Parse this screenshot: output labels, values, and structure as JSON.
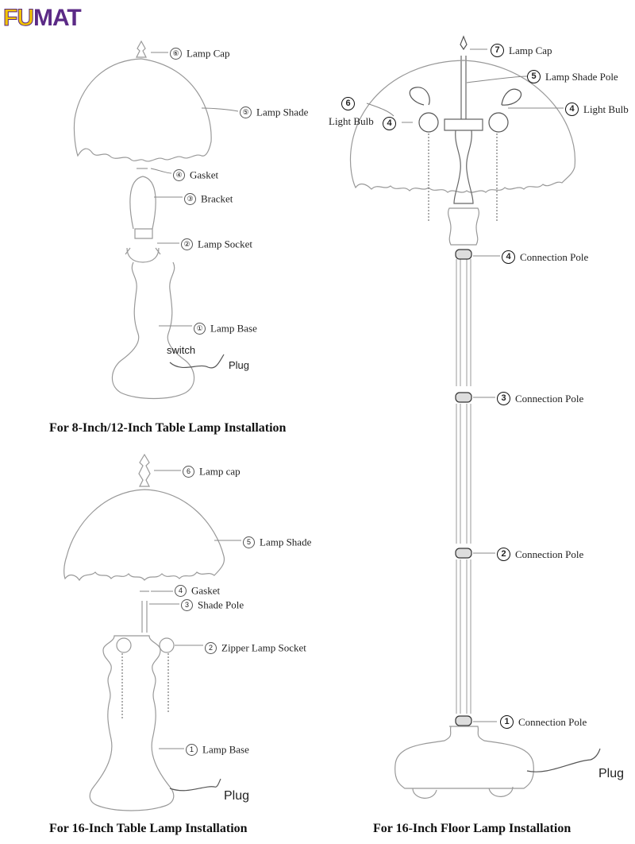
{
  "logo": {
    "part1": "FU",
    "part2": "MAT"
  },
  "captions": {
    "small_table": "For 8-Inch/12-Inch Table Lamp Installation",
    "large_table": "For 16-Inch Table Lamp Installation",
    "floor": "For 16-Inch Floor Lamp Installation"
  },
  "small_table": {
    "parts": [
      {
        "num": "⑥",
        "label": "Lamp Cap"
      },
      {
        "num": "⑤",
        "label": "Lamp Shade"
      },
      {
        "num": "④",
        "label": "Gasket"
      },
      {
        "num": "③",
        "label": "Bracket"
      },
      {
        "num": "②",
        "label": "Lamp Socket"
      },
      {
        "num": "①",
        "label": "Lamp Base"
      }
    ],
    "switch_label": "switch",
    "plug_label": "Plug"
  },
  "large_table": {
    "parts": [
      {
        "num": "6",
        "label": "Lamp cap"
      },
      {
        "num": "5",
        "label": "Lamp Shade"
      },
      {
        "num": "4",
        "label": "Gasket"
      },
      {
        "num": "3",
        "label": "Shade Pole"
      },
      {
        "num": "2",
        "label": "Zipper Lamp Socket"
      },
      {
        "num": "1",
        "label": "Lamp Base"
      }
    ],
    "plug_label": "Plug"
  },
  "floor": {
    "parts": [
      {
        "num": "7",
        "label": "Lamp Cap"
      },
      {
        "num": "5",
        "label": "Lamp Shade Pole"
      },
      {
        "num": "6",
        "label": "Light Bulb"
      },
      {
        "num": "4",
        "label": "Light Bulb"
      },
      {
        "num": "4",
        "label": "Connection Pole"
      },
      {
        "num": "3",
        "label": "Connection Pole"
      },
      {
        "num": "2",
        "label": "Connection Pole"
      },
      {
        "num": "1",
        "label": "Connection Pole"
      }
    ],
    "left_bulb_num": "4",
    "plug_label": "Plug"
  }
}
